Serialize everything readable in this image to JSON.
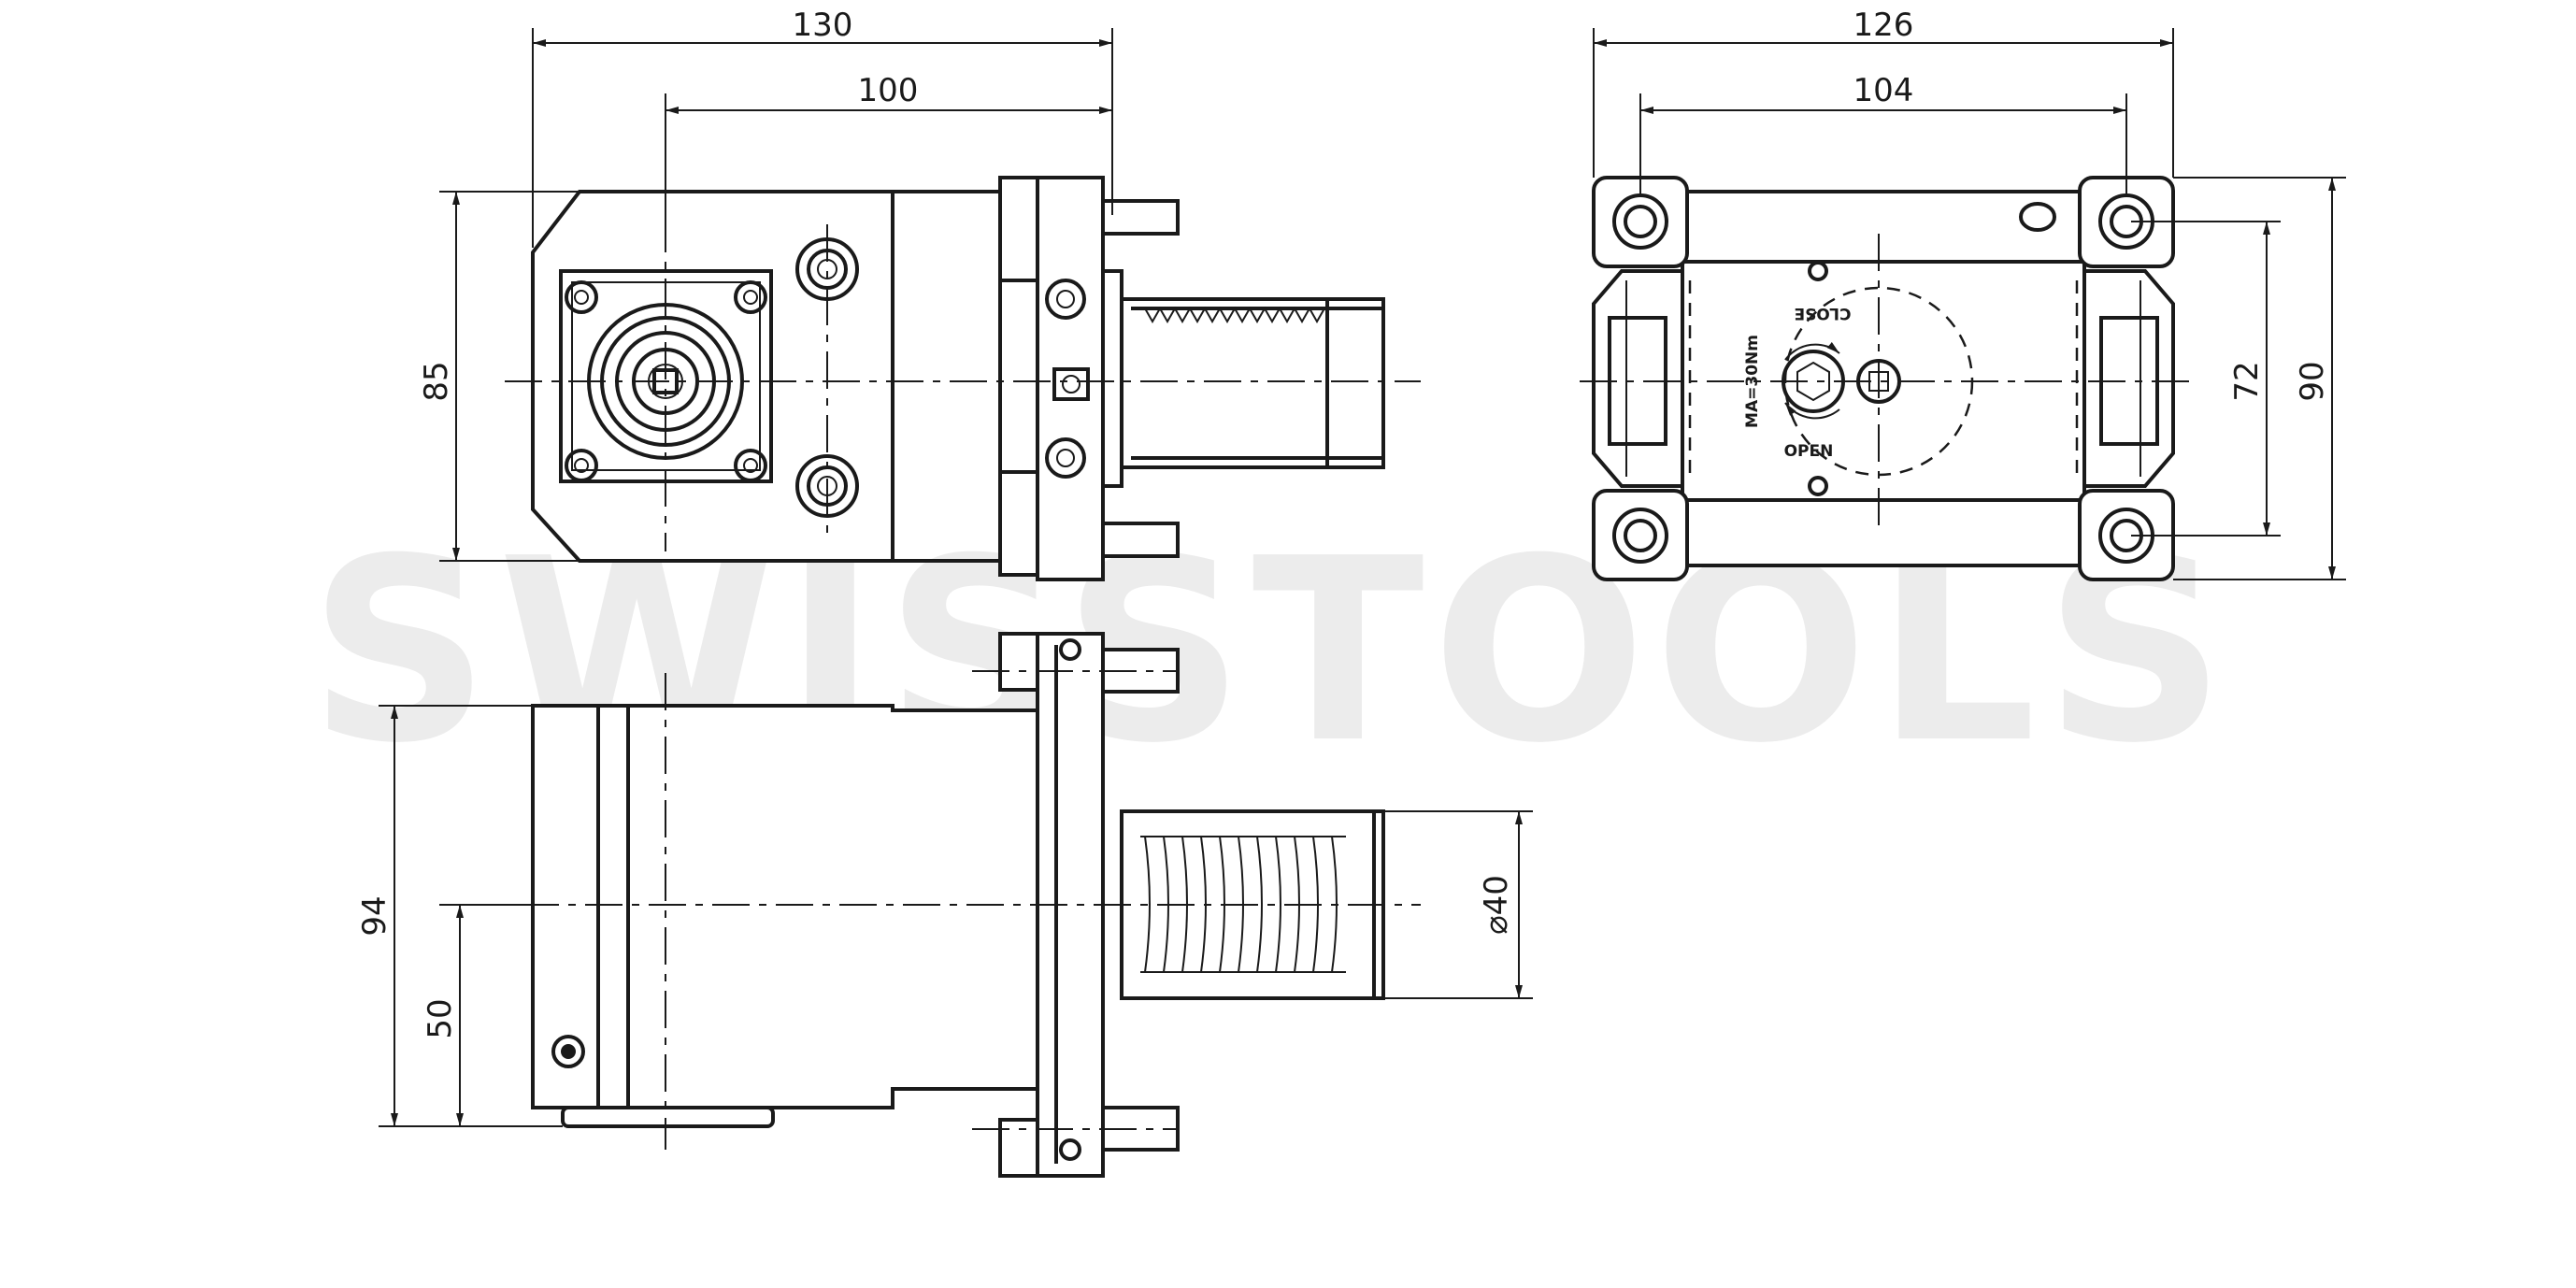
{
  "watermark": {
    "text": "SWISSTOOLS"
  },
  "dimensions": {
    "front_overall_width": "130",
    "front_flange_width": "100",
    "front_height": "85",
    "side_overall_width": "126",
    "side_inner_width": "104",
    "side_inner_height": "72",
    "side_overall_height": "90",
    "top_overall_height": "94",
    "top_axis_height": "50",
    "shank_diameter": "⌀40"
  },
  "markings": {
    "close": "CLOSE",
    "open": "OPEN",
    "torque": "MA=30Nm"
  }
}
